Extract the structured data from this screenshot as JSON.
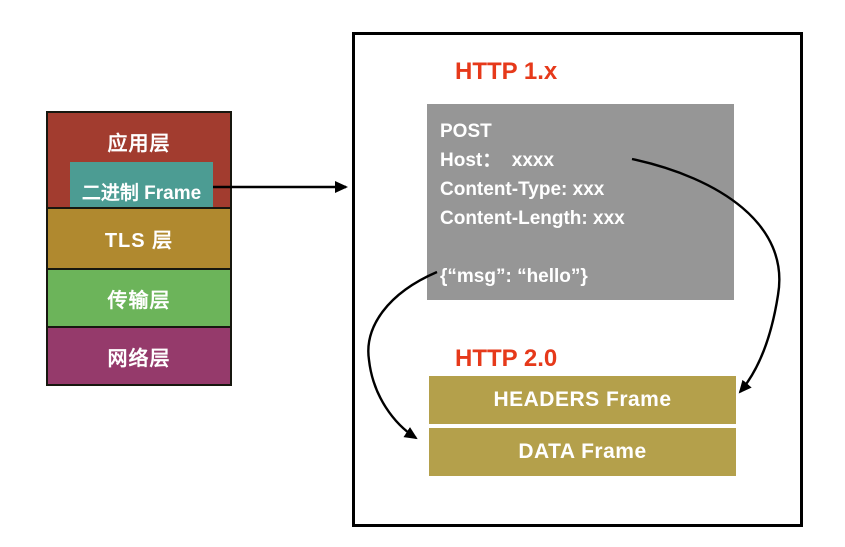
{
  "diagram": {
    "background": "#ffffff",
    "panel_border_color": "#000000",
    "arrow_color": "#000000"
  },
  "stack": {
    "layers": [
      {
        "label": "应用层",
        "color": "#A23C2F"
      },
      {
        "label": "TLS 层",
        "color": "#B0892F"
      },
      {
        "label": "传输层",
        "color": "#6CB45A"
      },
      {
        "label": "网络层",
        "color": "#953A6B"
      }
    ],
    "binary_frame": {
      "label": "二进制 Frame",
      "color": "#4C9C93"
    }
  },
  "http1": {
    "title": "HTTP 1.x",
    "title_color": "#E6391A",
    "box_color": "#969696",
    "request_lines": [
      "POST",
      "Host：  xxxx",
      "Content-Type: xxx",
      "Content-Length: xxx",
      "",
      "{“msg”: “hello”}"
    ]
  },
  "http2": {
    "title": "HTTP 2.0",
    "title_color": "#E6391A",
    "frame_color": "#B4A04B",
    "frames": [
      {
        "label": "HEADERS Frame"
      },
      {
        "label": "DATA Frame"
      }
    ]
  }
}
